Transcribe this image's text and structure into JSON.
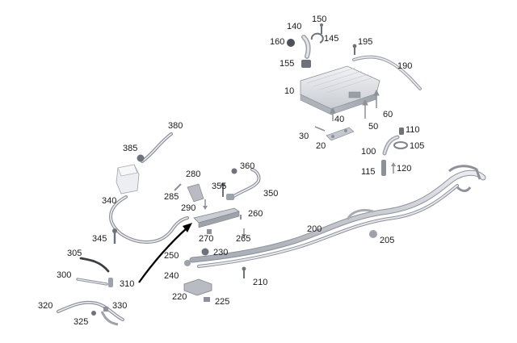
{
  "diagram": {
    "callouts": [
      {
        "id": "c10",
        "label": "10"
      },
      {
        "id": "c20",
        "label": "20"
      },
      {
        "id": "c30",
        "label": "30"
      },
      {
        "id": "c40",
        "label": "40"
      },
      {
        "id": "c50",
        "label": "50"
      },
      {
        "id": "c60",
        "label": "60"
      },
      {
        "id": "c100",
        "label": "100"
      },
      {
        "id": "c105",
        "label": "105"
      },
      {
        "id": "c110",
        "label": "110"
      },
      {
        "id": "c115",
        "label": "115"
      },
      {
        "id": "c120",
        "label": "120"
      },
      {
        "id": "c140",
        "label": "140"
      },
      {
        "id": "c145",
        "label": "145"
      },
      {
        "id": "c150",
        "label": "150"
      },
      {
        "id": "c155",
        "label": "155"
      },
      {
        "id": "c160",
        "label": "160"
      },
      {
        "id": "c190",
        "label": "190"
      },
      {
        "id": "c195",
        "label": "195"
      },
      {
        "id": "c200",
        "label": "200"
      },
      {
        "id": "c205",
        "label": "205"
      },
      {
        "id": "c210",
        "label": "210"
      },
      {
        "id": "c220",
        "label": "220"
      },
      {
        "id": "c225",
        "label": "225"
      },
      {
        "id": "c230",
        "label": "230"
      },
      {
        "id": "c240",
        "label": "240"
      },
      {
        "id": "c250",
        "label": "250"
      },
      {
        "id": "c260",
        "label": "260"
      },
      {
        "id": "c265",
        "label": "265"
      },
      {
        "id": "c270",
        "label": "270"
      },
      {
        "id": "c280",
        "label": "280"
      },
      {
        "id": "c285",
        "label": "285"
      },
      {
        "id": "c290",
        "label": "290"
      },
      {
        "id": "c300",
        "label": "300"
      },
      {
        "id": "c305",
        "label": "305"
      },
      {
        "id": "c310",
        "label": "310"
      },
      {
        "id": "c320",
        "label": "320"
      },
      {
        "id": "c325",
        "label": "325"
      },
      {
        "id": "c330",
        "label": "330"
      },
      {
        "id": "c340",
        "label": "340"
      },
      {
        "id": "c345",
        "label": "345"
      },
      {
        "id": "c350",
        "label": "350"
      },
      {
        "id": "c355",
        "label": "355"
      },
      {
        "id": "c360",
        "label": "360"
      },
      {
        "id": "c380",
        "label": "380"
      },
      {
        "id": "c385",
        "label": "385"
      }
    ]
  }
}
